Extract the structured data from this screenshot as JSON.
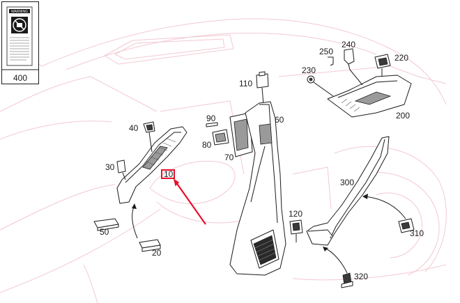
{
  "warning_panel": {
    "label": "400",
    "sticker_heading": "WARNING"
  },
  "callouts": {
    "c10": "10",
    "c20": "20",
    "c30": "30",
    "c40": "40",
    "c50": "50",
    "c60": "60",
    "c70": "70",
    "c80": "80",
    "c90": "90",
    "c110": "110",
    "c120": "120",
    "c200": "200",
    "c220": "220",
    "c230": "230",
    "c240": "240",
    "c250": "250",
    "c300": "300",
    "c310": "310",
    "c320": "320"
  },
  "colors": {
    "car_outline": "#f2c9d2",
    "highlight": "#e8102a",
    "ink": "#1a1a1a"
  }
}
